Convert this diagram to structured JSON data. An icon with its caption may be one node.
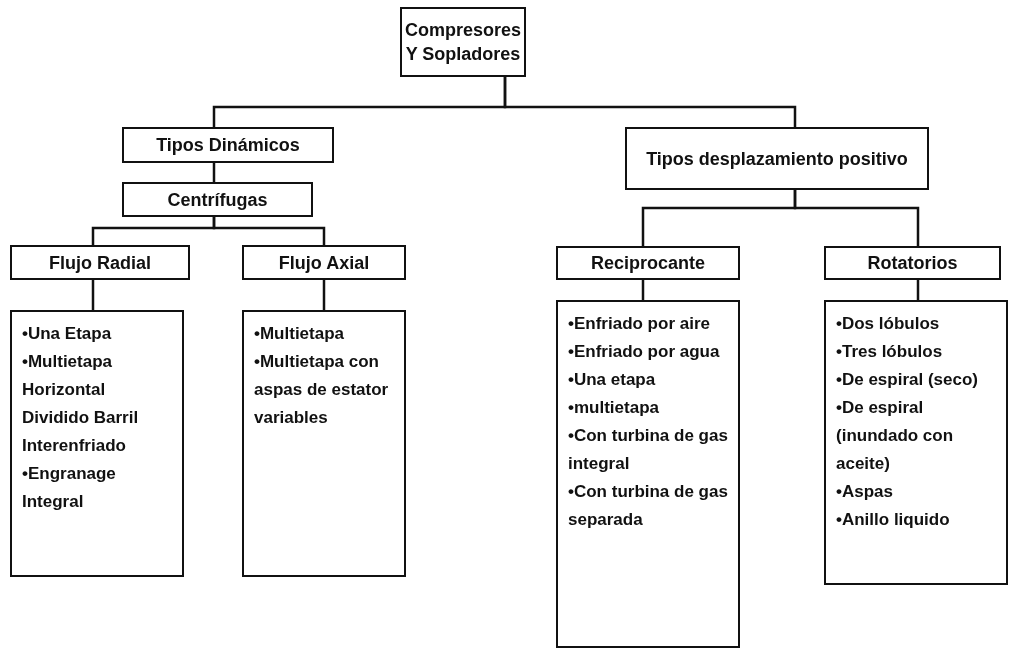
{
  "diagram": {
    "nodes": [
      {
        "text": [
          "Compresores Y Sopladores"
        ]
      },
      {
        "text": [
          "Tipos Dinámicos"
        ]
      },
      {
        "text": [
          "Tipos desplazamiento positivo"
        ]
      },
      {
        "text": [
          "Centrífugas"
        ]
      },
      {
        "text": [
          "Flujo Radial"
        ]
      },
      {
        "text": [
          "Flujo Axial"
        ]
      },
      {
        "text": [
          "Reciprocante"
        ]
      },
      {
        "text": [
          "Rotatorios"
        ]
      },
      {
        "text": [
          "•Una Etapa",
          "•Multietapa Horizontal Dividido Barril Interenfriado",
          "•Engranage Integral"
        ]
      },
      {
        "text": [
          "•Multietapa",
          "•Multietapa con aspas de estator variables"
        ]
      },
      {
        "text": [
          "•Enfriado por aire",
          "•Enfriado por agua",
          "•Una etapa",
          "•multietapa",
          "•Con turbina de gas integral",
          "•Con turbina de gas separada"
        ]
      },
      {
        "text": [
          "•Dos lóbulos",
          "•Tres lóbulos",
          "•De espiral (seco)",
          "•De espiral (inundado con aceite)",
          "•Aspas",
          "•Anillo liquido"
        ]
      }
    ],
    "edges": [
      {
        "from": 0,
        "to": 1,
        "arrow": "none"
      },
      {
        "from": 0,
        "to": 2,
        "arrow": "none"
      },
      {
        "from": 1,
        "to": 3,
        "arrow": "none"
      },
      {
        "from": 3,
        "to": 4,
        "arrow": "none"
      },
      {
        "from": 3,
        "to": 5,
        "arrow": "none"
      },
      {
        "from": 4,
        "to": 8,
        "arrow": "none"
      },
      {
        "from": 5,
        "to": 9,
        "arrow": "none"
      },
      {
        "from": 2,
        "to": 6,
        "arrow": "none"
      },
      {
        "from": 2,
        "to": 7,
        "arrow": "none"
      },
      {
        "from": 6,
        "to": 10,
        "arrow": "none"
      },
      {
        "from": 7,
        "to": 11,
        "arrow": "none"
      }
    ]
  }
}
